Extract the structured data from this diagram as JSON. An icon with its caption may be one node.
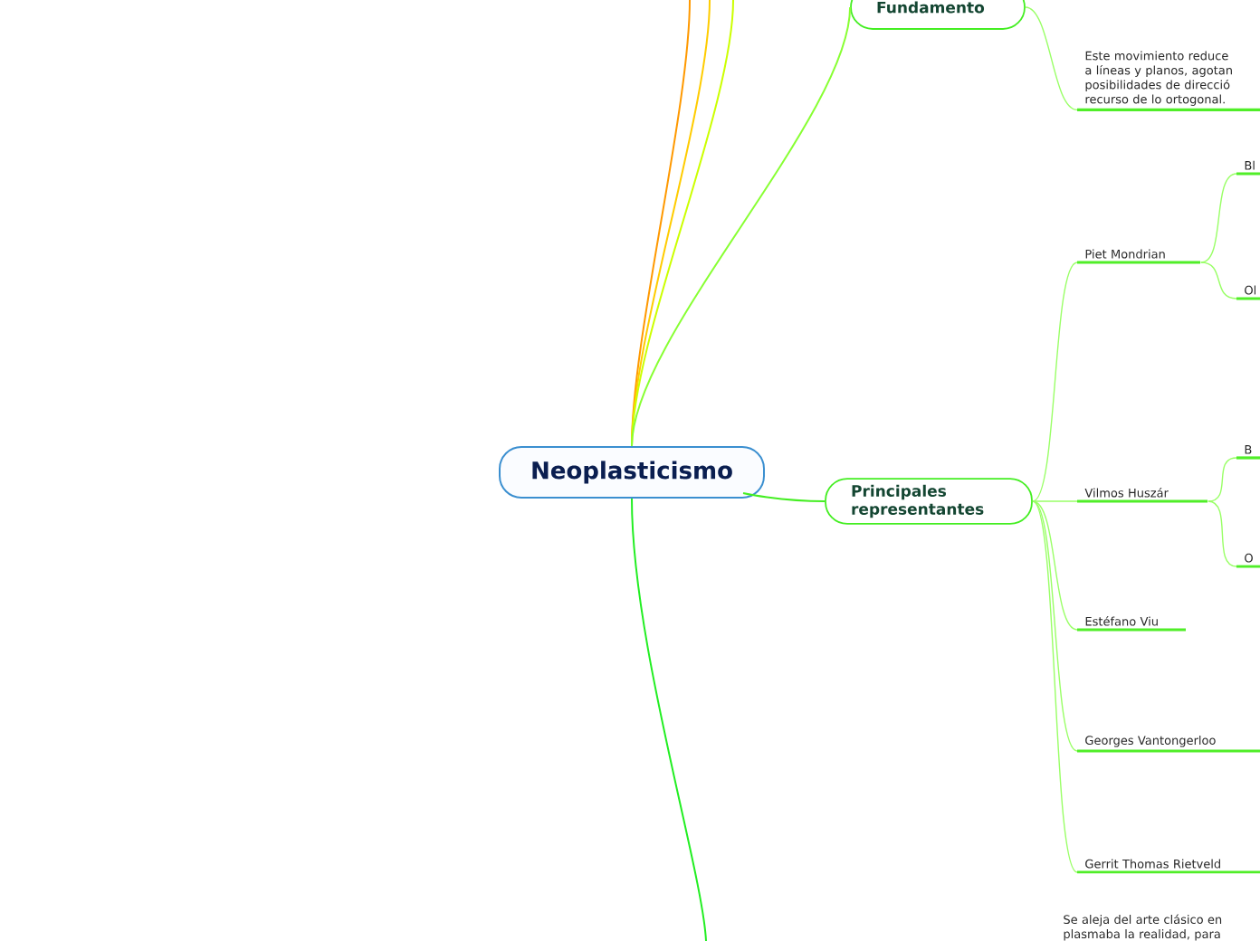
{
  "diagram": {
    "nodes": [
      {
        "text": [
          "Neoplasticismo"
        ]
      },
      {
        "text": [
          "Fundamento"
        ]
      },
      {
        "text": [
          "Este movimiento reduce a líneas y planos, agotan posibilidades de direcció recurso de lo ortogonal."
        ]
      },
      {
        "text": [
          "Principales representantes"
        ]
      },
      {
        "text": [
          "Piet Mondrian"
        ]
      },
      {
        "text": [
          "Bl"
        ]
      },
      {
        "text": [
          "Ol"
        ]
      },
      {
        "text": [
          "Vilmos Huszár"
        ]
      },
      {
        "text": [
          "B"
        ]
      },
      {
        "text": [
          "O"
        ]
      },
      {
        "text": [
          "Estéfano Viu"
        ]
      },
      {
        "text": [
          "Georges Vantongerloo"
        ]
      },
      {
        "text": [
          "Gerrit Thomas Rietveld"
        ]
      },
      {
        "text": [
          "Se aleja del arte clásico en plasmaba la realidad, para"
        ]
      }
    ],
    "edges": [
      {
        "from": 0,
        "to": null,
        "arrow": "none",
        "color": "#ff9900"
      },
      {
        "from": 0,
        "to": null,
        "arrow": "none",
        "color": "#ffcc00"
      },
      {
        "from": 0,
        "to": null,
        "arrow": "none",
        "color": "#ccff00"
      },
      {
        "from": 0,
        "to": 1,
        "arrow": "none",
        "color": "#88ff33"
      },
      {
        "from": 1,
        "to": 2,
        "arrow": "none"
      },
      {
        "from": 0,
        "to": 3,
        "arrow": "none",
        "color": "#44ee22"
      },
      {
        "from": 3,
        "to": 4,
        "arrow": "none"
      },
      {
        "from": 4,
        "to": 5,
        "arrow": "none"
      },
      {
        "from": 4,
        "to": 6,
        "arrow": "none"
      },
      {
        "from": 3,
        "to": 7,
        "arrow": "none"
      },
      {
        "from": 7,
        "to": 8,
        "arrow": "none"
      },
      {
        "from": 7,
        "to": 9,
        "arrow": "none"
      },
      {
        "from": 3,
        "to": 10,
        "arrow": "none"
      },
      {
        "from": 3,
        "to": 11,
        "arrow": "none"
      },
      {
        "from": 3,
        "to": 12,
        "arrow": "none"
      },
      {
        "from": 0,
        "to": null,
        "arrow": "none",
        "color": "#22ee22"
      }
    ]
  }
}
